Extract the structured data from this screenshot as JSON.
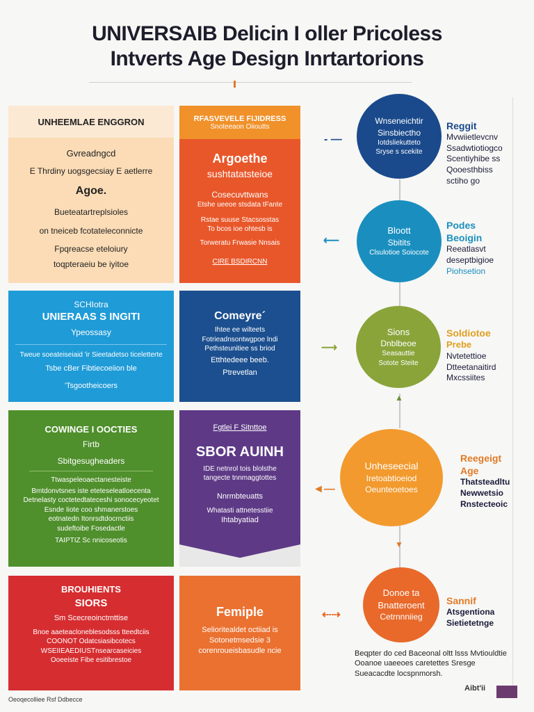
{
  "title": {
    "line1": "UNIVERSAI‍B Delicin I oller Pricoless",
    "line2": "Intverts Age Design Inrtartorions"
  },
  "cards": {
    "cream": {
      "header": "UNHEEMLAE ENGGRON",
      "lines": [
        "Gvreadngcd",
        "E Thrdiny uogsgecsiay E aetlerre",
        "Agoe.",
        "Bueteatartreplsioles",
        "on tneiceb fcotateleconnicte",
        "Fpqreacse eteloiury",
        "toqpteraeiu be iyitoe"
      ]
    },
    "orange": {
      "band_title": "RFASVEVELE FIJIDRESS",
      "band_sub": "Snoteeaon Oiioutts",
      "big": "Argoethe",
      "sub": "sushtatatsteioe",
      "lines": [
        "Cosecuvttwans",
        "Etshe ueeoe stsdata tFante",
        "Rstae suuse Stacsosstas",
        "To bcos ioe ohtesb is",
        "Torweratu Frwasie Nnsais"
      ],
      "footer": "CIRE BSDIRCNN"
    },
    "blue": {
      "lines": [
        "SCHIotra",
        "UNIERAAS S INGITI",
        "Ypeossasy",
        "Tweue soeateiseiaid 'ir Sieetadetso ticeletterte",
        "Tsbe cBer Fibtiecoeiion ble",
        "'Tsgootheicoers"
      ]
    },
    "navy": {
      "big": "Comeyre´",
      "lines": [
        "Ihtee ee wilteets",
        "Fotrieadnsontwgpoe lndi",
        "Pethsteunitiee ss briod",
        "Etthtedeee beeb.",
        "Ptrevetlan"
      ]
    },
    "green": {
      "header": "COWINGE I OOCTIES",
      "lines": [
        "Firtb",
        "Sbitgesugheaders",
        "Ttwaspeleoaectanesteiste",
        "Bmtdonvtsnes iste eteteseleatloecenta",
        "Detnelasty coctetedtateceshi sonocecyeotet",
        "Esnde Iiote coo shmanerstoes",
        "eotnatedn Itonrsdtdocrnctiis",
        "sudeftoibe Fosedactle",
        "TAIPTIZ Sc nnicoseotis"
      ]
    },
    "purple": {
      "banner": "Fgtlei F Sitnttoe",
      "big": "SBOR AUINH",
      "lines": [
        "IDE netnrol tois blolsthe",
        "tangecte tnnmaggtottes",
        "Nnrmbteuatts",
        "Whatasti attnetesstiie",
        "Ihtabyatiad"
      ]
    },
    "red": {
      "header": "BROUHIENTS",
      "sub": "SIORS",
      "lines": [
        "Sm Scecreoinctmttise",
        "Bnoe aaeteacloneblesodsss tteedtciis",
        "COONOT Odatcsiasibcotecs",
        "WSEIIEAEDIUSTnsearcaseicies",
        "Ooeeiste Fibe esitibrestoe"
      ]
    },
    "orange2": {
      "big": "Femiple",
      "lines": [
        "Selioritealdet octiiad is",
        "Sotonetmsedsie 3",
        "corenroueisbasudle ncie"
      ]
    }
  },
  "circles": [
    {
      "lines": [
        "Wnseneichtir",
        "Sinsbiectho",
        "Iotdsliekutteto",
        "Sryse s scekite"
      ],
      "side_title": "Reggit",
      "side_lines": [
        "Mvwiietlevcnv",
        "Ssadwtiotiogco",
        "Scentiyhibe ss",
        "Qooesthbiss",
        "sctiho go"
      ]
    },
    {
      "lines": [
        "Bloott",
        "Sbitits",
        "Clsulotioe Soiocote"
      ],
      "side_title": "Podes Beoigin",
      "side_lines": [
        "Reeatlasvt",
        "deseptbigioe",
        "Piohsetion"
      ]
    },
    {
      "lines": [
        "Sions",
        "Dnblbeoe",
        "Seasauttie",
        "Sotote Steite"
      ],
      "side_title": "Soldiotoe",
      "side_lines": [
        "Prebe",
        "Nvtetettioe",
        "Dtteetanaitird",
        "Mxcssiites"
      ]
    },
    {
      "lines": [
        "Unheseecial",
        "Iretoabtioeiod",
        "Oeunteoetoes"
      ],
      "side_title": "Reegeigt Age",
      "side_lines": [
        "Thatsteadltu",
        "Newwetsio",
        "Rnstecteoic"
      ]
    },
    {
      "lines": [
        "Donoe ta",
        "Bnatteroent",
        "Cetrnnniieg"
      ],
      "side_title": "Sannif",
      "side_lines": [
        "Atsgentiona",
        "Sietietetnge"
      ]
    }
  ],
  "footnote": "Beqpter do ced Baceonal oltt lsss Mvtiouldtie Ooanoe uaeeoes caretettes Sresge Sueacacdte locspnmorsh.",
  "credit": "Oeoqecolliee Rsf Ddbecce",
  "logo_text": "Aibt'ii",
  "colors": {
    "cream": "#fbdcb6",
    "orange": "#e8572a",
    "blue": "#1f9bd7",
    "navy": "#1c4f8f",
    "green": "#4f8f2c",
    "purple": "#5e3a86",
    "red": "#d62d30",
    "circle_navy": "#1a4a8c",
    "circle_teal": "#1a8fbf",
    "circle_olive": "#8aa43a",
    "circle_amber": "#f29a2e",
    "circle_orange": "#e8692a"
  }
}
